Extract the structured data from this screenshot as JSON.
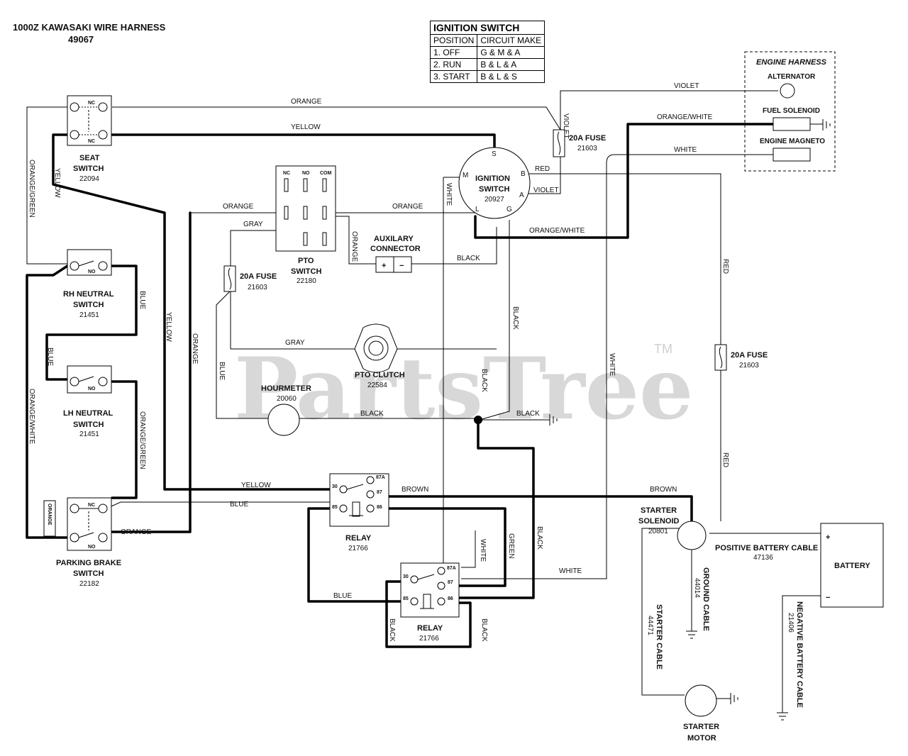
{
  "title": {
    "line1": "1000Z KAWASAKI WIRE HARNESS",
    "line2": "49067"
  },
  "watermark": {
    "text": "PartsTree",
    "tm": "TM"
  },
  "ignition_table": {
    "title": "IGNITION SWITCH",
    "headers": [
      "POSITION",
      "CIRCUIT MAKE"
    ],
    "rows": [
      [
        "1. OFF",
        "G & M & A"
      ],
      [
        "2. RUN",
        "B & L & A"
      ],
      [
        "3. START",
        "B & L & S"
      ]
    ]
  },
  "engine_harness": {
    "title": "ENGINE HARNESS",
    "alternator": "ALTERNATOR",
    "fuel_solenoid": "FUEL SOLENOID",
    "engine_magneto": "ENGINE MAGNETO"
  },
  "components": {
    "seat_switch": {
      "name1": "SEAT",
      "name2": "SWITCH",
      "part": "22094",
      "nc": "NC"
    },
    "rh_neutral": {
      "name1": "RH NEUTRAL",
      "name2": "SWITCH",
      "part": "21451",
      "no": "NO"
    },
    "lh_neutral": {
      "name1": "LH NEUTRAL",
      "name2": "SWITCH",
      "part": "21451",
      "no": "NO"
    },
    "parking_brake": {
      "name1": "PARKING BRAKE",
      "name2": "SWITCH",
      "part": "22182",
      "nc": "NC",
      "no": "NO",
      "side": "ORANGE"
    },
    "pto_switch": {
      "name1": "PTO",
      "name2": "SWITCH",
      "part": "22180",
      "nc": "NC",
      "no": "NO",
      "com": "COM"
    },
    "fuse_pto": {
      "name": "20A FUSE",
      "part": "21603"
    },
    "fuse_top": {
      "name": "20A FUSE",
      "part": "21603"
    },
    "fuse_right": {
      "name": "20A FUSE",
      "part": "21603"
    },
    "ignition_switch": {
      "name1": "IGNITION",
      "name2": "SWITCH",
      "part": "20927",
      "t_s": "S",
      "t_m": "M",
      "t_b": "B",
      "t_a": "A",
      "t_l": "L",
      "t_g": "G"
    },
    "aux_connector": {
      "name1": "AUXILARY",
      "name2": "CONNECTOR",
      "plus": "+",
      "minus": "−"
    },
    "pto_clutch": {
      "name": "PTO CLUTCH",
      "part": "22584"
    },
    "hourmeter": {
      "name": "HOURMETER",
      "part": "20060"
    },
    "relay1": {
      "name": "RELAY",
      "part": "21766",
      "p30": "30",
      "p87a": "87A",
      "p87": "87",
      "p85": "85",
      "p86": "86"
    },
    "relay2": {
      "name": "RELAY",
      "part": "21766",
      "p30": "30",
      "p87a": "87A",
      "p87": "87",
      "p85": "85",
      "p86": "86"
    },
    "starter_solenoid": {
      "name1": "STARTER",
      "name2": "SOLENOID",
      "part": "20801"
    },
    "battery": {
      "name": "BATTERY",
      "plus": "+",
      "minus": "−"
    },
    "starter_motor": {
      "name1": "STARTER",
      "name2": "MOTOR"
    },
    "positive_cable": {
      "name": "POSITIVE BATTERY CABLE",
      "part": "47136"
    },
    "negative_cable": {
      "name": "NEGATIVE BATTERY CABLE",
      "part": "21406"
    },
    "ground_cable": {
      "name": "GROUND CABLE",
      "part": "44014"
    },
    "starter_cable": {
      "name": "STARTER CABLE",
      "part": "44471"
    }
  },
  "wire_labels": {
    "orange": "ORANGE",
    "yellow": "YELLOW",
    "violet": "VIOLET",
    "orange_white": "ORANGE/WHITE",
    "white": "WHITE",
    "red": "RED",
    "gray": "GRAY",
    "black": "BLACK",
    "blue": "BLUE",
    "orange_green": "ORANGE/GREEN",
    "brown": "BROWN",
    "green": "GREEN"
  }
}
